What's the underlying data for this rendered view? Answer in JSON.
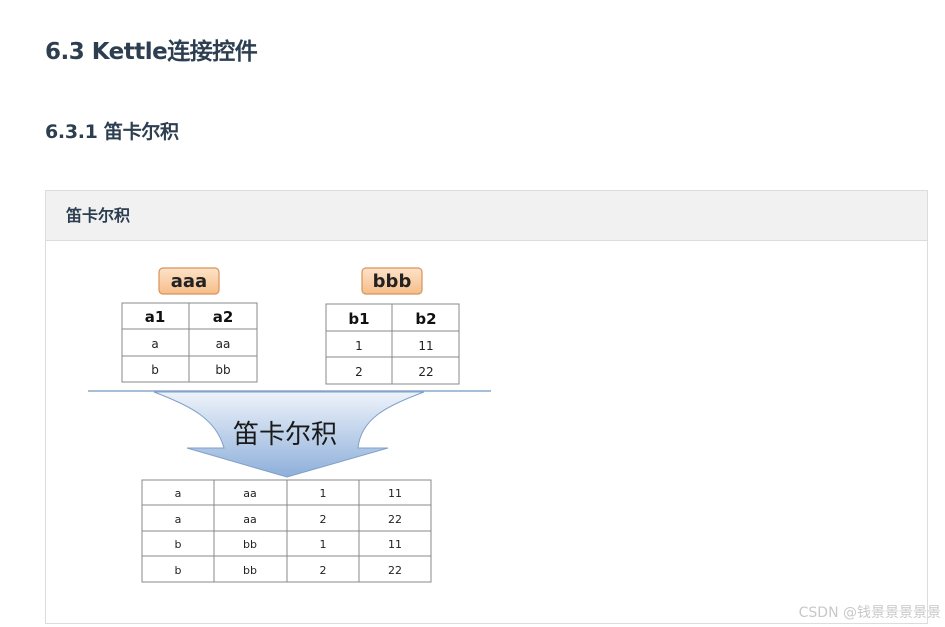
{
  "section_heading": "6.3 Kettle连接控件",
  "subsection_heading": "6.3.1 笛卡尔积",
  "panel": {
    "title": "笛卡尔积"
  },
  "diagram": {
    "table_a": {
      "name": "aaa",
      "headers": [
        "a1",
        "a2"
      ],
      "rows": [
        [
          "a",
          "aa"
        ],
        [
          "b",
          "bb"
        ]
      ]
    },
    "table_b": {
      "name": "bbb",
      "headers": [
        "b1",
        "b2"
      ],
      "rows": [
        [
          "1",
          "11"
        ],
        [
          "2",
          "22"
        ]
      ]
    },
    "operation_label": "笛卡尔积",
    "result_rows": [
      [
        "a",
        "aa",
        "1",
        "11"
      ],
      [
        "a",
        "aa",
        "2",
        "22"
      ],
      [
        "b",
        "bb",
        "1",
        "11"
      ],
      [
        "b",
        "bb",
        "2",
        "22"
      ]
    ],
    "colors": {
      "name_tag_fill": "#f8c99c",
      "name_tag_border": "#d9925a",
      "funnel_top": "#e9f0f9",
      "funnel_bottom": "#8fb0db",
      "table_border": "#888888"
    }
  },
  "watermark": "CSDN @钱景景景景景"
}
